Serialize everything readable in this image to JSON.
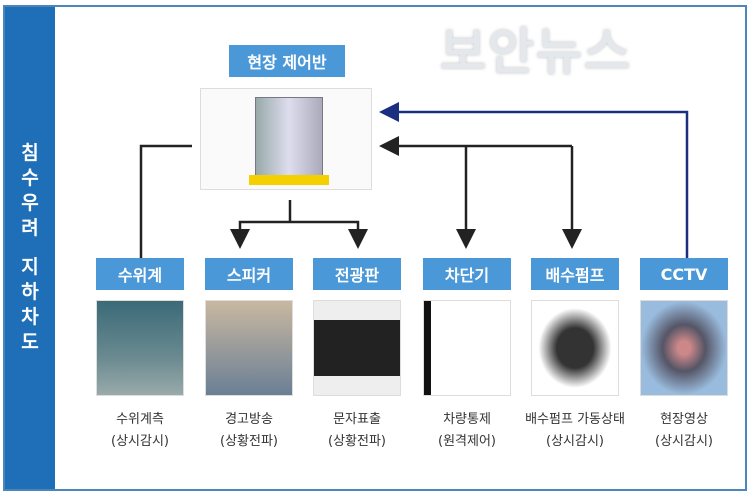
{
  "sidebar": {
    "chars": [
      "침",
      "수",
      "우",
      "려",
      "",
      "지",
      "하",
      "차",
      "도"
    ]
  },
  "control_panel": {
    "label": "현장 제어반"
  },
  "devices": [
    {
      "label": "수위계",
      "caption1": "수위계측",
      "caption2": "(상시감시)"
    },
    {
      "label": "스피커",
      "caption1": "경고방송",
      "caption2": "(상황전파)"
    },
    {
      "label": "전광판",
      "caption1": "문자표출",
      "caption2": "(상황전파)"
    },
    {
      "label": "차단기",
      "caption1": "차량통제",
      "caption2": "(원격제어)"
    },
    {
      "label": "배수펌프",
      "caption1": "배수펌프 가동상태",
      "caption2": "(상시감시)"
    },
    {
      "label": "CCTV",
      "caption1": "현장영상",
      "caption2": "(상시감시)"
    }
  ],
  "watermark": "보안뉴스",
  "colors": {
    "sidebar": "#1f6fb8",
    "label": "#4a98d8",
    "blue_arrow": "#1a2f80"
  }
}
